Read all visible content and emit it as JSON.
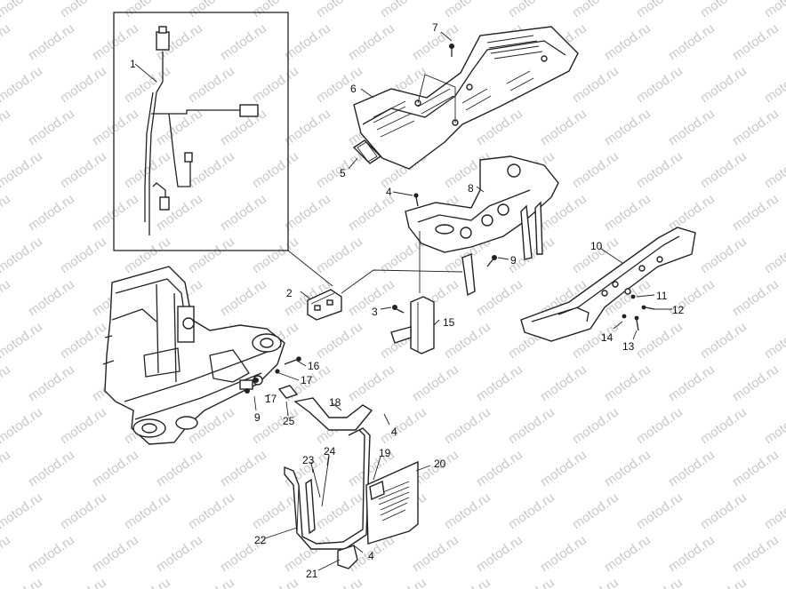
{
  "watermark": {
    "text": "motod.ru"
  },
  "callouts": {
    "c1": "1",
    "c2": "2",
    "c3": "3",
    "c4a": "4",
    "c4b": "4",
    "c4c": "4",
    "c5": "5",
    "c6": "6",
    "c7": "7",
    "c8": "8",
    "c9a": "9",
    "c9b": "9",
    "c10": "10",
    "c11": "11",
    "c12": "12",
    "c13": "13",
    "c14": "14",
    "c15": "15",
    "c16": "16",
    "c17a": "17",
    "c17b": "17",
    "c18": "18",
    "c19": "19",
    "c20": "20",
    "c21": "21",
    "c22": "22",
    "c23": "23",
    "c24": "24",
    "c25": "25"
  }
}
